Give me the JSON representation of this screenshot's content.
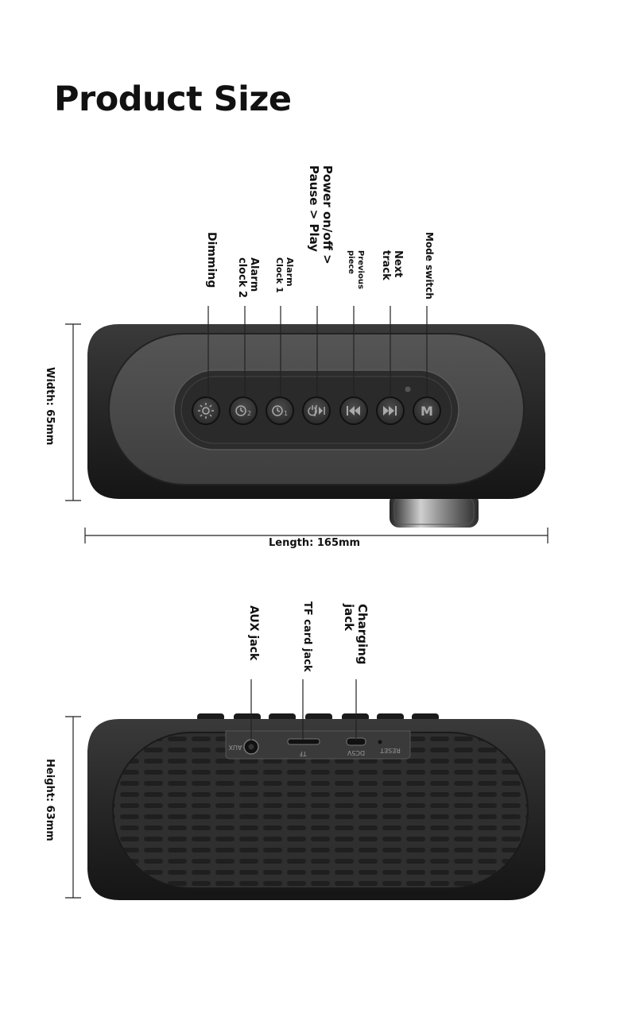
{
  "title": "Product Size",
  "top_view": {
    "buttons": [
      {
        "label": "Dimming",
        "icon": "sun-icon"
      },
      {
        "label": "Alarm clock 2",
        "icon": "alarm-clock-2-icon"
      },
      {
        "label": "Alarm Clock 1",
        "icon": "alarm-clock-1-icon"
      },
      {
        "label": "Power on/off > Pause > Play",
        "icon": "power-play-pause-icon"
      },
      {
        "label": "Previous piece",
        "icon": "previous-track-icon"
      },
      {
        "label": "Next track",
        "icon": "next-track-icon"
      },
      {
        "label": "Mode switch",
        "icon": "mode-m-icon"
      }
    ],
    "labels": {
      "dimming": "Dimming",
      "alarm2_a": "Alarm",
      "alarm2_b": "clock 2",
      "alarm1_a": "Alarm",
      "alarm1_b": "Clock 1",
      "power_a": "Power on/off >",
      "power_b": "Pause > Play",
      "previous_a": "Previous",
      "previous_b": "piece",
      "next_a": "Next",
      "next_b": "track",
      "mode": "Mode switch"
    },
    "width_label": "Width: 65mm",
    "length_label": "Length: 165mm",
    "mode_button_text": "M"
  },
  "back_view": {
    "labels": {
      "aux": "AUX jack",
      "tf_a": "TF card",
      "tf_b": "jack",
      "charging_a": "Charging",
      "charging_b": "jack"
    },
    "port_marks": {
      "aux": "AUX",
      "tf": "TF",
      "dc": "DC5V",
      "reset": "RESET"
    },
    "height_label": "Height: 63mm"
  }
}
